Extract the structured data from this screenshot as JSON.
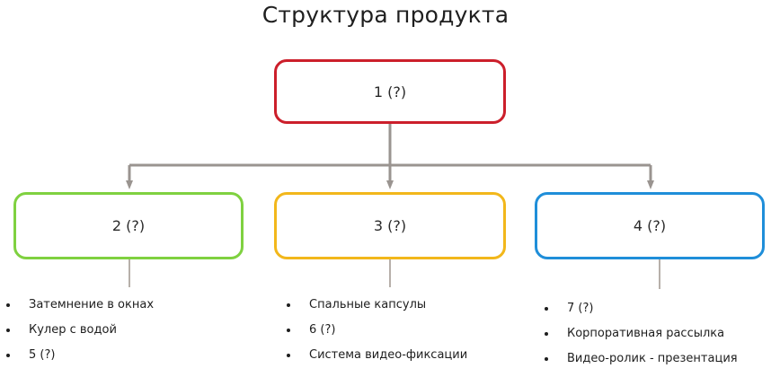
{
  "title": "Структура продукта",
  "nodes": {
    "root": {
      "label": "1 (?)",
      "color": "#cc1f2b"
    },
    "left": {
      "label": "2 (?)",
      "color": "#7fd140"
    },
    "middle": {
      "label": "3 (?)",
      "color": "#f2b71b"
    },
    "right": {
      "label": "4 (?)",
      "color": "#1f8ed9"
    }
  },
  "connector_color": "#9a9490",
  "lists": {
    "left": [
      "Затемнение в окнах",
      "Кулер с водой",
      "5 (?)"
    ],
    "middle": [
      "Спальные капсулы",
      "6 (?)",
      "Система видео-фиксации"
    ],
    "right": [
      "7 (?)",
      "Корпоративная рассылка",
      "Видео-ролик - презентация"
    ]
  }
}
